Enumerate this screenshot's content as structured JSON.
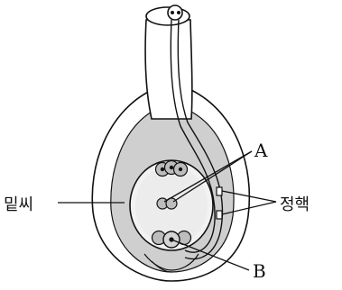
{
  "labels": {
    "polar_nuclei": "A",
    "egg_apparatus": "B",
    "ovule": "밑씨",
    "sperm_nuclei": "정핵"
  }
}
